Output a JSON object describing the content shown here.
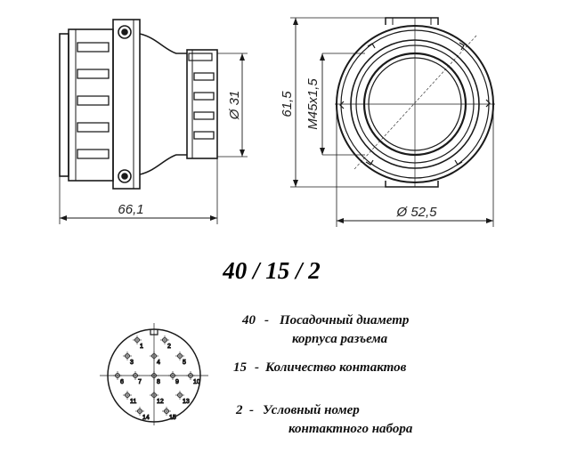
{
  "dimensions": {
    "length": "66,1",
    "bore_diameter": "Ø 31",
    "height": "61,5",
    "thread": "M45x1,5",
    "outer_diameter": "Ø 52,5"
  },
  "designation": "40 / 15 / 2",
  "legend": [
    {
      "code": "40",
      "dash": "-",
      "line1": "Посадочный диаметр",
      "line2": "корпуса разъема"
    },
    {
      "code": "15",
      "dash": "-",
      "line1": "Количество контактов",
      "line2": ""
    },
    {
      "code": "2",
      "dash": "-",
      "line1": "Условный номер",
      "line2": "контактного набора"
    }
  ],
  "contact_numbers": [
    "1",
    "2",
    "3",
    "4",
    "5",
    "6",
    "7",
    "8",
    "9",
    "10",
    "11",
    "12",
    "13",
    "14",
    "15"
  ]
}
